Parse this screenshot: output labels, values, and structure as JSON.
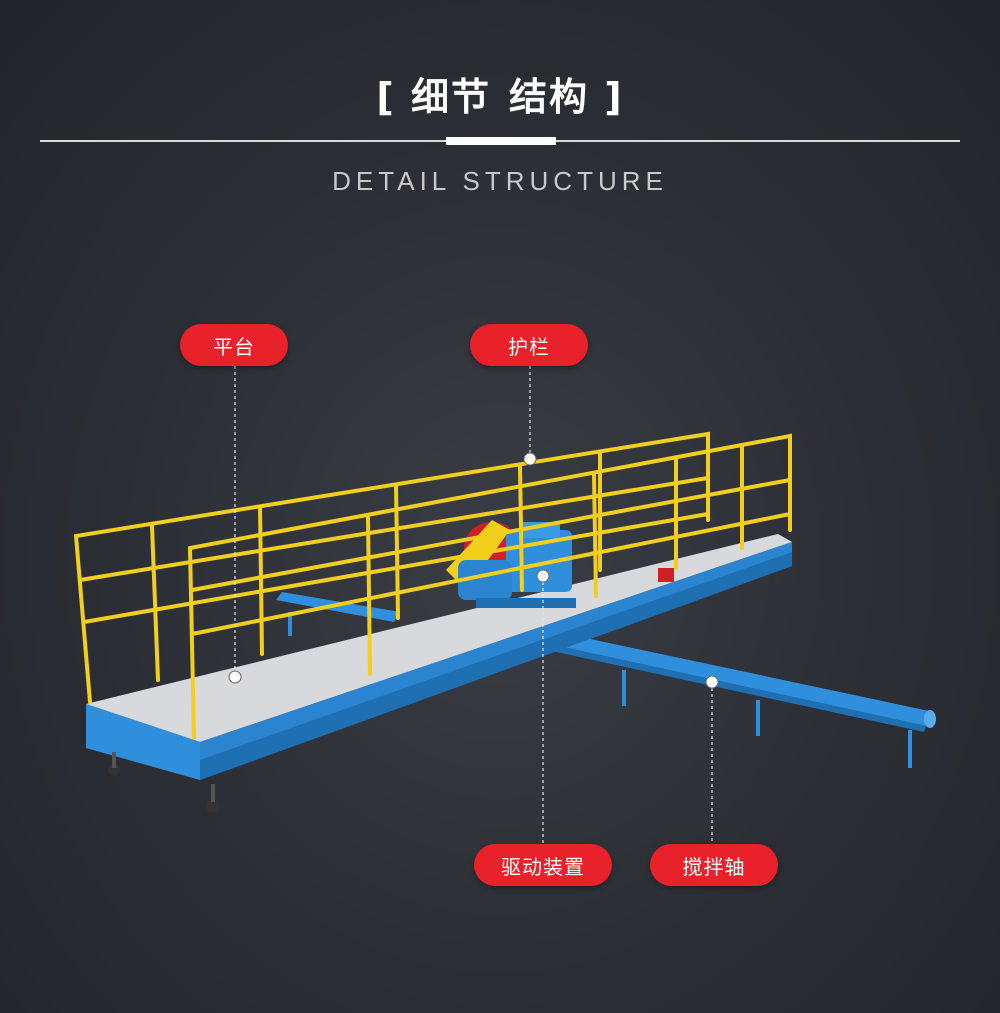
{
  "header": {
    "title_left": "[ 细节",
    "title_right": "结构 ]",
    "subtitle": "DETAIL STRUCTURE"
  },
  "labels": {
    "platform": "平台",
    "guardrail": "护栏",
    "drive": "驱动装置",
    "shaft": "搅拌轴"
  },
  "colors": {
    "background": "#2b2e34",
    "label_red": "#e8212a",
    "frame_blue": "#2f8fdc",
    "rail_yellow": "#f2cf1d",
    "deck_gray": "#d7d9dc"
  }
}
